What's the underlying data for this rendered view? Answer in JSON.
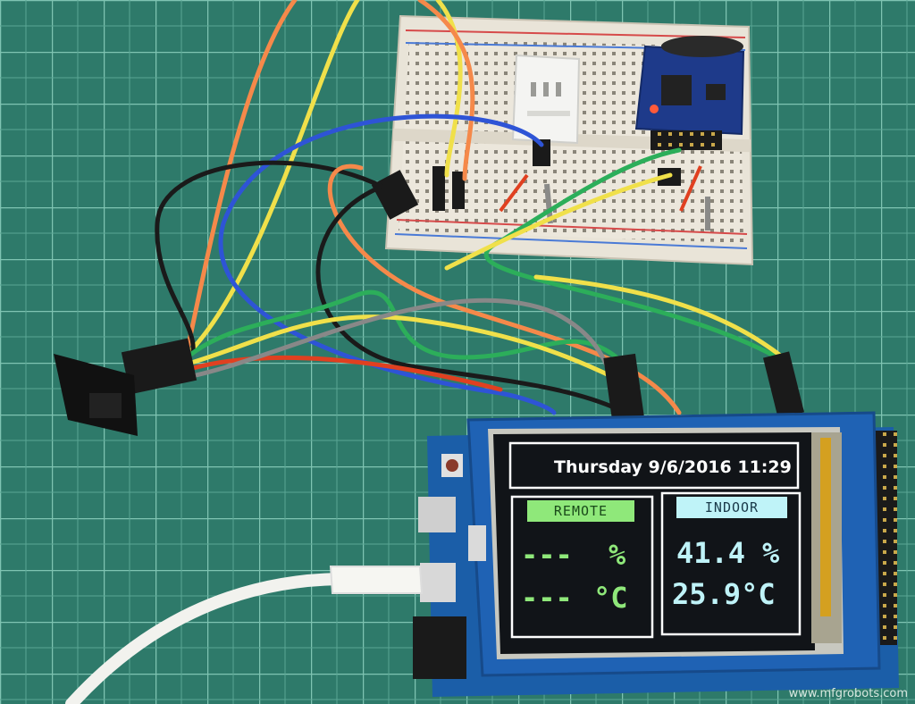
{
  "scene": {
    "description_colors": {
      "mat": "#2e7a6a",
      "grid": "#7fc4b2",
      "lcd_background": "#111418",
      "lcd_remote_accent": "#8fe87a",
      "lcd_indoor_accent": "#bff3f8"
    }
  },
  "lcd": {
    "datetime": "Thursday 9/6/2016 11:29",
    "remote": {
      "label": "REMOTE",
      "humidity": "---",
      "humidity_unit": "%",
      "temperature": "---",
      "temperature_unit": "°C"
    },
    "indoor": {
      "label": "INDOOR",
      "humidity": "41.4",
      "humidity_unit": "%",
      "temperature": "25.9°C"
    }
  },
  "watermark": "www.mfgrobots.com"
}
